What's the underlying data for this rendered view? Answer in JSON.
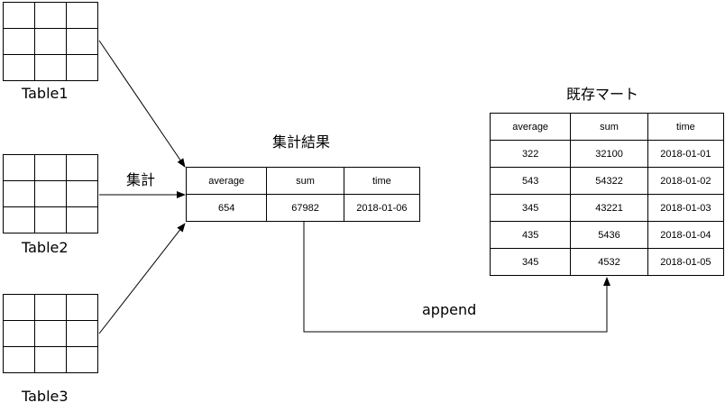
{
  "sources": [
    {
      "label": "Table1"
    },
    {
      "label": "Table2"
    },
    {
      "label": "Table3"
    }
  ],
  "aggregate_label": "集計",
  "result": {
    "title": "集計結果",
    "columns": [
      "average",
      "sum",
      "time"
    ],
    "rows": [
      [
        "654",
        "67982",
        "2018-01-06"
      ]
    ]
  },
  "append_label": "append",
  "mart": {
    "title": "既存マート",
    "columns": [
      "average",
      "sum",
      "time"
    ],
    "rows": [
      [
        "322",
        "32100",
        "2018-01-01"
      ],
      [
        "543",
        "54322",
        "2018-01-02"
      ],
      [
        "345",
        "43221",
        "2018-01-03"
      ],
      [
        "435",
        "5436",
        "2018-01-04"
      ],
      [
        "345",
        "4532",
        "2018-01-05"
      ]
    ]
  }
}
